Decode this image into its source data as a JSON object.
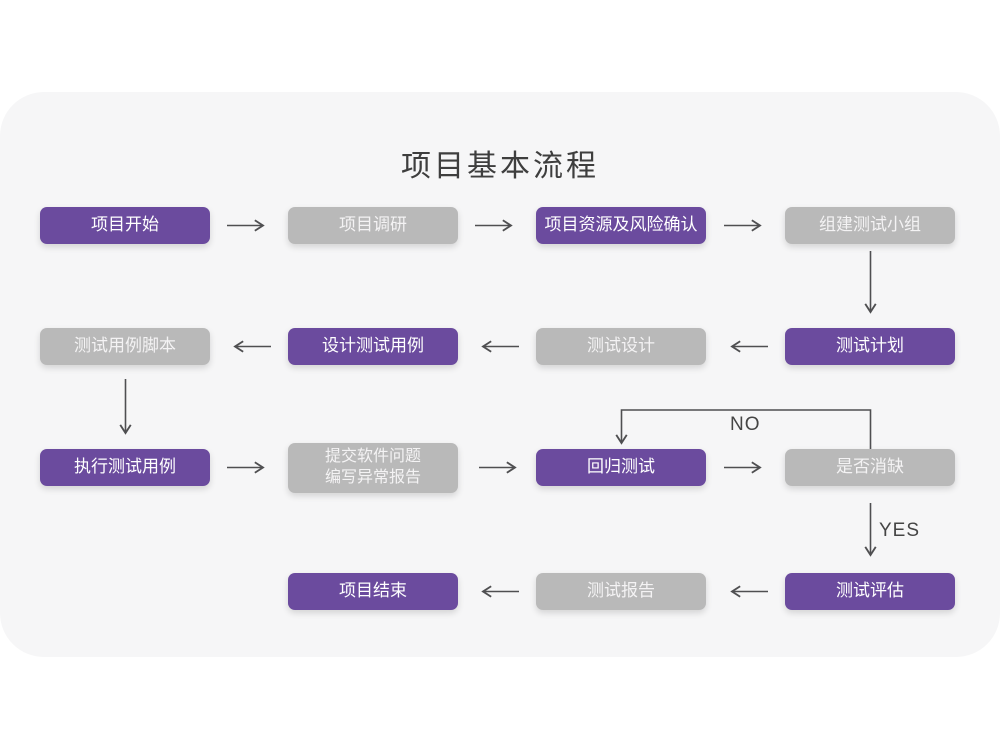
{
  "title": "项目基本流程",
  "colors": {
    "purple": "#6b4b9e",
    "gray": "#b9b9b9",
    "card_bg": "#f6f6f7",
    "arrow": "#4f4f51",
    "title_color": "#3e3e3e",
    "label_color": "#454545"
  },
  "nodes": [
    {
      "id": "project-start",
      "label": "项目开始",
      "variant": "purple"
    },
    {
      "id": "project-research",
      "label": "项目调研",
      "variant": "gray"
    },
    {
      "id": "resource-risk-confirm",
      "label": "项目资源及风险确认",
      "variant": "purple"
    },
    {
      "id": "build-test-team",
      "label": "组建测试小组",
      "variant": "gray"
    },
    {
      "id": "test-plan",
      "label": "测试计划",
      "variant": "purple"
    },
    {
      "id": "test-design",
      "label": "测试设计",
      "variant": "gray"
    },
    {
      "id": "design-test-cases",
      "label": "设计测试用例",
      "variant": "purple"
    },
    {
      "id": "test-case-script",
      "label": "测试用例脚本",
      "variant": "gray"
    },
    {
      "id": "execute-test-cases",
      "label": "执行测试用例",
      "variant": "purple"
    },
    {
      "id": "submit-issues-report",
      "label": "提交软件问题\n编写异常报告",
      "variant": "gray"
    },
    {
      "id": "regression-test",
      "label": "回归测试",
      "variant": "purple"
    },
    {
      "id": "defect-resolved-check",
      "label": "是否消缺",
      "variant": "gray"
    },
    {
      "id": "test-evaluation",
      "label": "测试评估",
      "variant": "purple"
    },
    {
      "id": "test-report",
      "label": "测试报告",
      "variant": "gray"
    },
    {
      "id": "project-end",
      "label": "项目结束",
      "variant": "purple"
    }
  ],
  "edges": [
    {
      "from": "project-start",
      "to": "project-research"
    },
    {
      "from": "project-research",
      "to": "resource-risk-confirm"
    },
    {
      "from": "resource-risk-confirm",
      "to": "build-test-team"
    },
    {
      "from": "build-test-team",
      "to": "test-plan"
    },
    {
      "from": "test-plan",
      "to": "test-design"
    },
    {
      "from": "test-design",
      "to": "design-test-cases"
    },
    {
      "from": "design-test-cases",
      "to": "test-case-script"
    },
    {
      "from": "test-case-script",
      "to": "execute-test-cases"
    },
    {
      "from": "execute-test-cases",
      "to": "submit-issues-report"
    },
    {
      "from": "submit-issues-report",
      "to": "regression-test"
    },
    {
      "from": "regression-test",
      "to": "defect-resolved-check"
    },
    {
      "from": "defect-resolved-check",
      "to": "regression-test",
      "label": "NO"
    },
    {
      "from": "defect-resolved-check",
      "to": "test-evaluation",
      "label": "YES"
    },
    {
      "from": "test-evaluation",
      "to": "test-report"
    },
    {
      "from": "test-report",
      "to": "project-end"
    }
  ]
}
